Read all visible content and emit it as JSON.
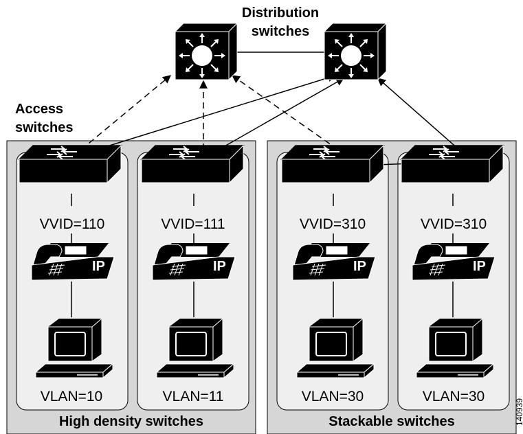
{
  "labels": {
    "distribution_line1": "Distribution",
    "distribution_line2": "switches",
    "access_line1": "Access",
    "access_line2": "switches",
    "high_density": "High density switches",
    "stackable": "Stackable switches",
    "figure_id": "140939"
  },
  "columns": [
    {
      "vvid": "VVID=110",
      "vlan": "VLAN=10",
      "phone_badge": "IP"
    },
    {
      "vvid": "VVID=111",
      "vlan": "VLAN=11",
      "phone_badge": "IP"
    },
    {
      "vvid": "VVID=310",
      "vlan": "VLAN=30",
      "phone_badge": "IP"
    },
    {
      "vvid": "VVID=310",
      "vlan": "VLAN=30",
      "phone_badge": "IP"
    }
  ],
  "colors": {
    "group_fill": "#d6d6d6",
    "column_fill": "#efefef",
    "device": "#000000"
  }
}
